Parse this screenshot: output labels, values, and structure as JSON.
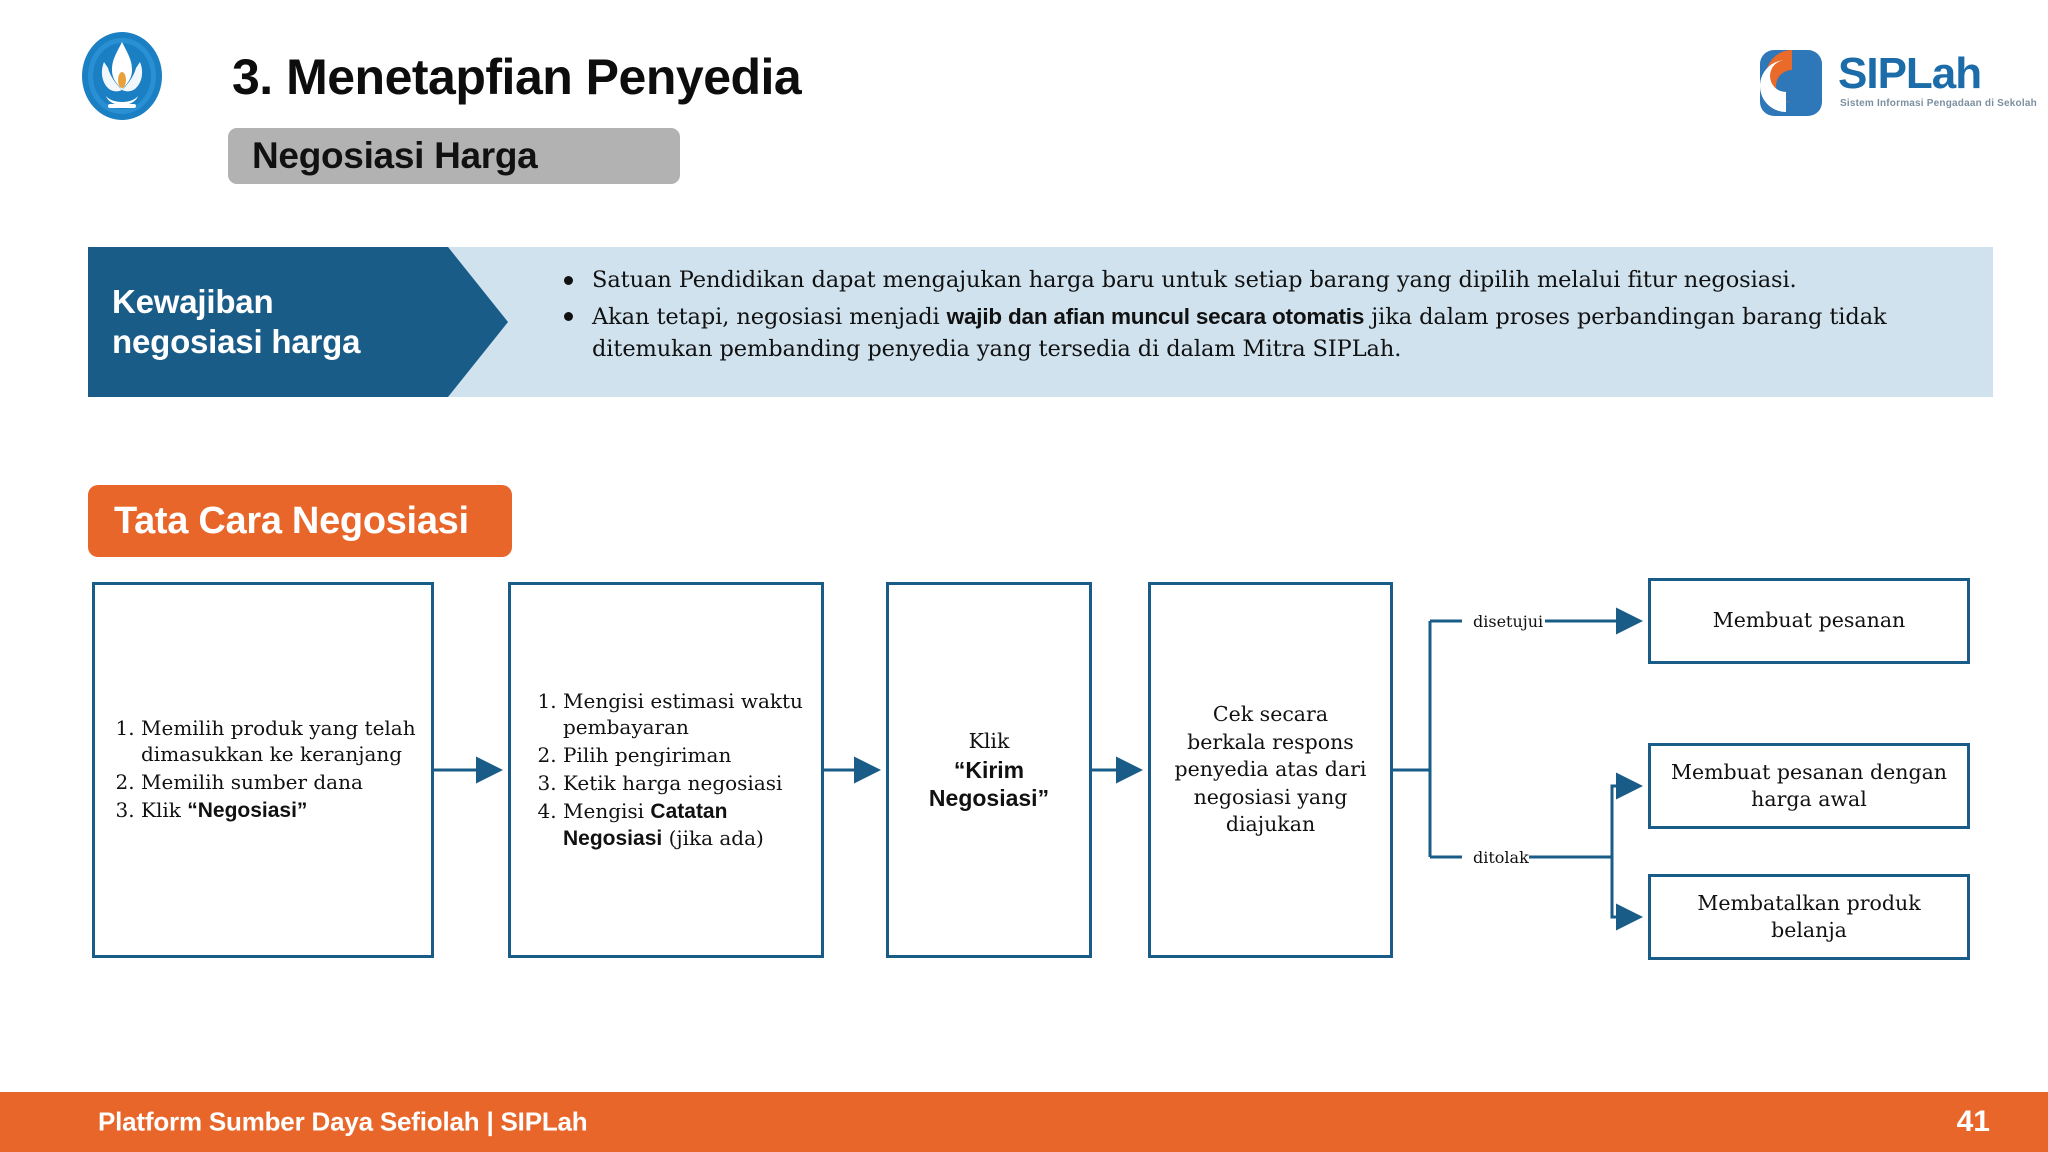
{
  "header": {
    "title": "3. Menetapfian Penyedia",
    "subtitle": "Negosiasi Harga",
    "logo_left_name": "kemdikbud-logo",
    "brand": {
      "name": "SIPLah",
      "tagline": "Sistem Informasi Pengadaan di Sekolah"
    }
  },
  "callout": {
    "label_line1": "Kewajiban",
    "label_line2": "negosiasi harga",
    "bullets": [
      {
        "pre": "Satuan Pendidikan dapat mengajukan harga baru untuk setiap barang yang dipilih melalui fitur negosiasi.",
        "bold": "",
        "post": ""
      },
      {
        "pre": "Akan tetapi, negosiasi menjadi ",
        "bold": "wajib dan afian muncul secara otomatis",
        "post": " jika dalam proses perbandingan barang tidak ditemukan pembanding penyedia yang tersedia di dalam Mitra SIPLah."
      }
    ],
    "accent_dark": "#1a5c88",
    "accent_light": "#cfe2ee"
  },
  "section": {
    "badge": "Tata Cara Negosiasi",
    "badge_color": "#e8662a"
  },
  "flow": {
    "box1": {
      "steps": [
        {
          "text": "Memilih produk yang telah dimasukkan ke keranjang",
          "bold": ""
        },
        {
          "text": "Memilih sumber dana",
          "bold": ""
        },
        {
          "text": "Klik ",
          "bold": "“Negosiasi”"
        }
      ]
    },
    "box2": {
      "steps": [
        {
          "text": "Mengisi estimasi waktu pembayaran",
          "bold": ""
        },
        {
          "text": "Pilih pengiriman",
          "bold": ""
        },
        {
          "text": "Ketik harga negosiasi",
          "bold": ""
        },
        {
          "text": "Mengisi ",
          "bold": "Catatan Negosiasi",
          "after": " (jika ada)"
        }
      ]
    },
    "box3": {
      "line1": "Klik",
      "line2": "“Kirim Negosiasi”"
    },
    "box4": {
      "text": "Cek secara berkala respons penyedia atas dari negosiasi yang diajukan"
    },
    "branch_labels": {
      "approved": "disetujui",
      "rejected": "ditolak"
    },
    "outcomes": [
      {
        "text": "Membuat pesanan"
      },
      {
        "text": "Membuat pesanan dengan harga awal"
      },
      {
        "text": "Membatalkan produk belanja"
      }
    ],
    "line_color": "#1a5c88"
  },
  "footer": {
    "text": "Platform Sumber Daya Sefiolah | SIPLah",
    "page": "41",
    "color": "#e8662a"
  }
}
